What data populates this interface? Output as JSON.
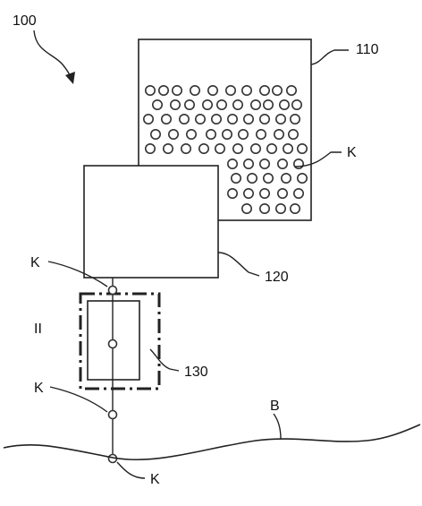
{
  "labels": {
    "figure_number": "100",
    "storage_container": "110",
    "intermediate_container": "120",
    "dosing_unit": "130",
    "detail_marker": "II",
    "surface": "B",
    "particle_in_storage": "K",
    "particle_at_outlet": "K",
    "particle_in_fall": "K",
    "particle_on_surface": "K"
  },
  "colors": {
    "line": "#222222",
    "background": "#ffffff"
  }
}
